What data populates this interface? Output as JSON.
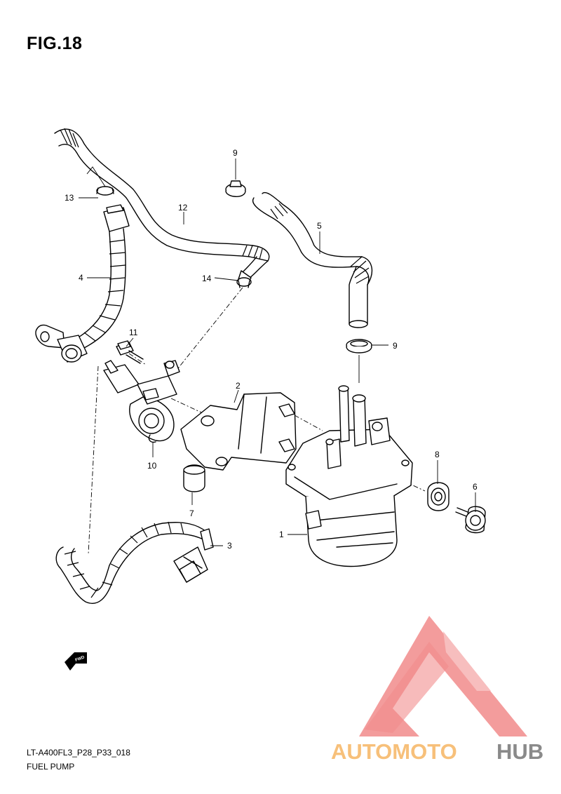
{
  "figure": {
    "title": "FIG.18",
    "code": "LT-A400FL3_P28_P33_018",
    "caption": "FUEL PUMP",
    "fwd_label": "FWD"
  },
  "callouts": [
    {
      "id": "c1",
      "number": "1"
    },
    {
      "id": "c2",
      "number": "2"
    },
    {
      "id": "c3",
      "number": "3"
    },
    {
      "id": "c4",
      "number": "4"
    },
    {
      "id": "c5",
      "number": "5"
    },
    {
      "id": "c6",
      "number": "6"
    },
    {
      "id": "c7",
      "number": "7"
    },
    {
      "id": "c8",
      "number": "8"
    },
    {
      "id": "c9a",
      "number": "9"
    },
    {
      "id": "c9b",
      "number": "9"
    },
    {
      "id": "c10",
      "number": "10"
    },
    {
      "id": "c11",
      "number": "11"
    },
    {
      "id": "c12",
      "number": "12"
    },
    {
      "id": "c13",
      "number": "13"
    },
    {
      "id": "c14",
      "number": "14"
    }
  ],
  "watermark": {
    "text_left": "AUTOMOTO",
    "text_right": "HUB",
    "colors": {
      "logo": "#f28b8b",
      "text_left": "#f7c07a",
      "text_right": "#8a8a8a"
    }
  }
}
